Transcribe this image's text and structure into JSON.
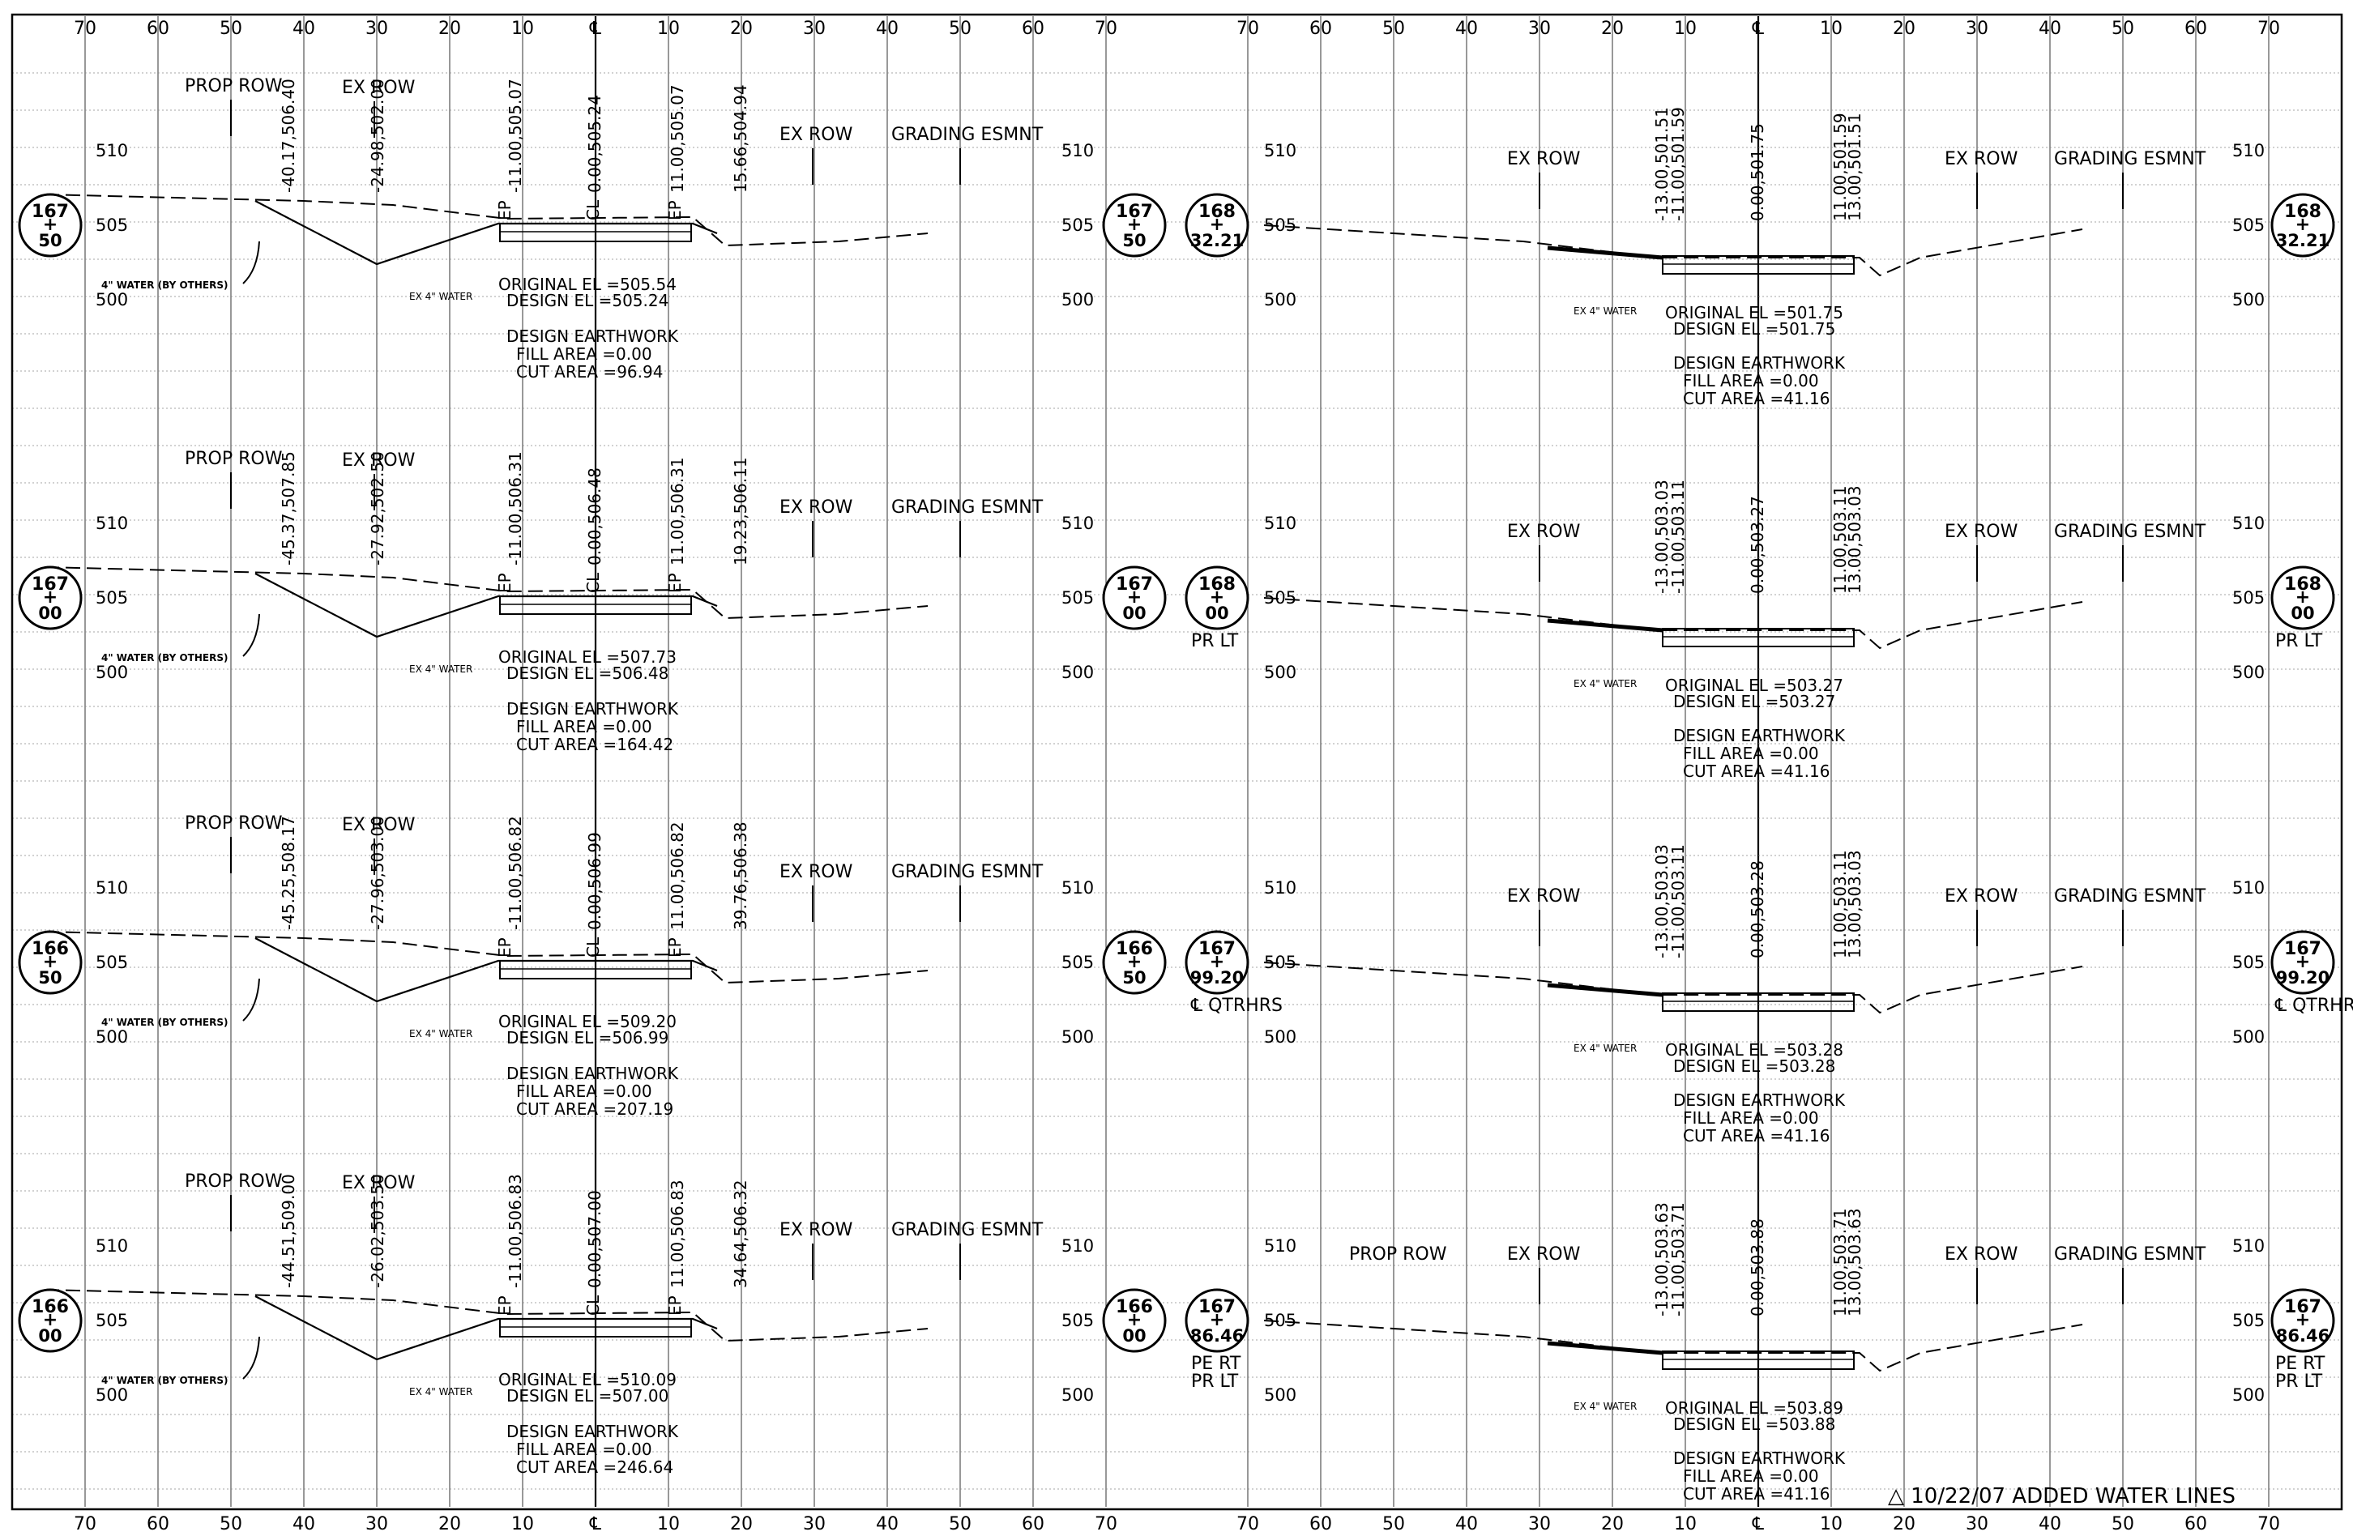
{
  "axis": {
    "left_ticks": [
      "70",
      "60",
      "50",
      "40",
      "30",
      "20",
      "10",
      "℄",
      "10",
      "20",
      "30",
      "40",
      "50",
      "60",
      "70"
    ],
    "right_ticks": [
      "70",
      "60",
      "50",
      "40",
      "30",
      "20",
      "10",
      "℄",
      "10",
      "20",
      "30",
      "40",
      "50",
      "60",
      "70"
    ],
    "elevation_labels": [
      "510",
      "505",
      "500"
    ]
  },
  "common": {
    "prop_row": "PROP ROW",
    "ex_row": "EX ROW",
    "grading": "GRADING ESMNT",
    "water": "4\" WATER (BY OTHERS)",
    "ex_water": "EX 4\" WATER",
    "earthwork_title": "DESIGN EARTHWORK",
    "fill_area": "FILL AREA =0.00",
    "ep": "EP",
    "cl": "CL"
  },
  "sections": [
    {
      "station_top": "167",
      "station_bottom": "50",
      "offsets": [
        "-40.17,506.40",
        "-24.98,502.00",
        "-11.00,505.07",
        "0.00,505.24",
        "11.00,505.07",
        "15.66,504.94"
      ],
      "original_el": "ORIGINAL EL =505.54",
      "design_el": "DESIGN EL =505.24",
      "cut_area": "CUT AREA =96.94",
      "has_prop_row": true,
      "has_grading": true
    },
    {
      "station_top": "167",
      "station_bottom": "00",
      "offsets": [
        "-45.37,507.85",
        "-27.92,502.50",
        "-11.00,506.31",
        "0.00,506.48",
        "11.00,506.31",
        "19.23,506.11"
      ],
      "original_el": "ORIGINAL EL =507.73",
      "design_el": "DESIGN EL =506.48",
      "cut_area": "CUT AREA =164.42",
      "has_prop_row": true,
      "has_grading": true
    },
    {
      "station_top": "166",
      "station_bottom": "50",
      "offsets": [
        "-45.25,508.17",
        "-27.96,503.00",
        "-11.00,506.82",
        "0.00,506.99",
        "11.00,506.82",
        "39.76,506.38"
      ],
      "original_el": "ORIGINAL EL =509.20",
      "design_el": "DESIGN EL =506.99",
      "cut_area": "CUT AREA =207.19",
      "has_prop_row": true,
      "has_grading": true
    },
    {
      "station_top": "166",
      "station_bottom": "00",
      "offsets": [
        "-44.51,509.00",
        "-26.02,503.50",
        "-11.00,506.83",
        "0.00,507.00",
        "11.00,506.83",
        "34.64,506.32"
      ],
      "original_el": "ORIGINAL EL =510.09",
      "design_el": "DESIGN EL =507.00",
      "cut_area": "CUT AREA =246.64",
      "has_prop_row": true,
      "has_grading": true
    },
    {
      "station_top": "168",
      "station_bottom": "32.21",
      "note": "",
      "offsets": [
        "-13.00,501.51",
        "-11.00,501.59",
        "0.00,501.75",
        "11.00,501.59",
        "13.00,501.51"
      ],
      "original_el": "ORIGINAL EL =501.75",
      "design_el": "DESIGN EL =501.75",
      "cut_area": "CUT AREA =41.16",
      "has_prop_row": false,
      "has_grading": true
    },
    {
      "station_top": "168",
      "station_bottom": "00",
      "note": "PR LT",
      "offsets": [
        "-13.00,503.03",
        "-11.00,503.11",
        "0.00,503.27",
        "11.00,503.11",
        "13.00,503.03"
      ],
      "original_el": "ORIGINAL EL =503.27",
      "design_el": "DESIGN EL =503.27",
      "cut_area": "CUT AREA =41.16",
      "has_prop_row": false,
      "has_grading": true
    },
    {
      "station_top": "167",
      "station_bottom": "99.20",
      "note": "℄ QTRHRS",
      "offsets": [
        "-13.00,503.03",
        "-11.00,503.11",
        "0.00,503.28",
        "11.00,503.11",
        "13.00,503.03"
      ],
      "original_el": "ORIGINAL EL =503.28",
      "design_el": "DESIGN EL =503.28",
      "cut_area": "CUT AREA =41.16",
      "has_prop_row": false,
      "has_grading": true
    },
    {
      "station_top": "167",
      "station_bottom": "86.46",
      "note": "PE RT",
      "note2": "PR LT",
      "offsets": [
        "-13.00,503.63",
        "-11.00,503.71",
        "0.00,503.88",
        "11.00,503.71",
        "13.00,503.63"
      ],
      "original_el": "ORIGINAL EL =503.89",
      "design_el": "DESIGN EL =503.88",
      "cut_area": "CUT AREA =41.16",
      "has_prop_row": true,
      "has_grading": true
    }
  ],
  "revision": "△ 10/22/07 ADDED WATER LINES"
}
